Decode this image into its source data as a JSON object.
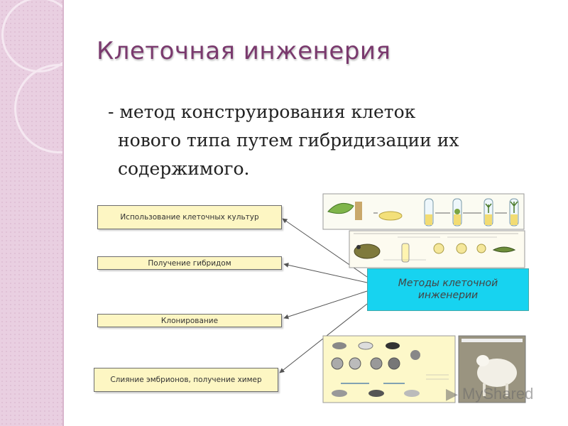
{
  "slide": {
    "title": "Клеточная инженерия",
    "definition": {
      "line1": "- метод конструирования клеток",
      "line2": "нового типа путем гибридизации их",
      "line3": "содержимого."
    }
  },
  "diagram": {
    "center": "Методы клеточной инженерии",
    "methods": [
      "Использование клеточных культур",
      "Получение гибридом",
      "Клонирование",
      "Слияние эмбрионов, получение химер"
    ]
  },
  "watermark": "MyShared",
  "colors": {
    "title": "#7a3a6e",
    "box_fill": "#fdf6c3",
    "center_fill": "#17d3f0",
    "sidebar": "#e9cfe1"
  }
}
